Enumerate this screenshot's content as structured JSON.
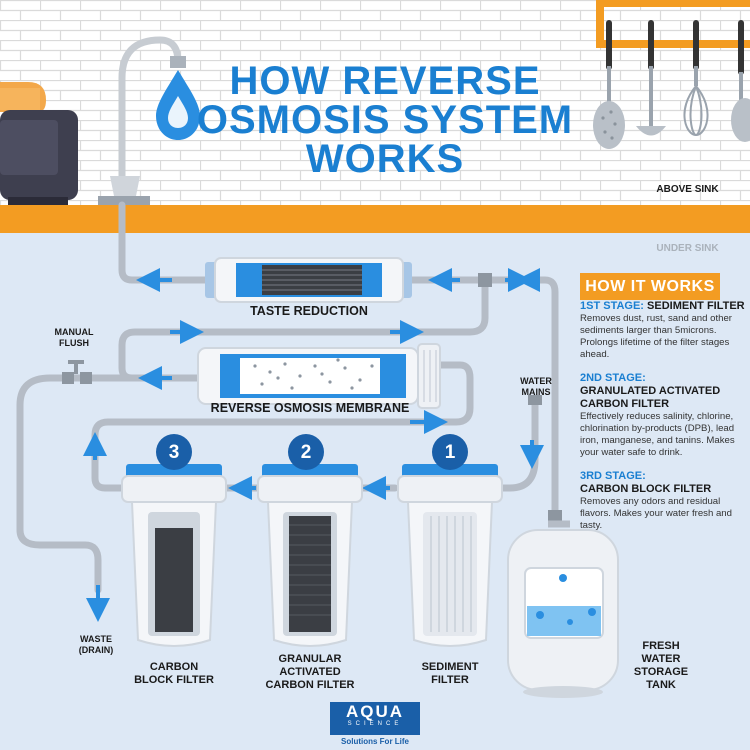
{
  "title_line1": "HOW REVERSE",
  "title_line2": "OSMOSIS SYSTEM",
  "title_line3": "WORKS",
  "zones": {
    "above": "ABOVE SINK",
    "under": "UNDER SINK"
  },
  "components": {
    "taste": "TASTE REDUCTION",
    "membrane": "REVERSE OSMOSIS MEMBRANE",
    "manual_flush_1": "MANUAL",
    "manual_flush_2": "FLUSH",
    "water_mains_1": "WATER",
    "water_mains_2": "MAINS",
    "waste_1": "WASTE",
    "waste_2": "(DRAIN)",
    "carbon_block_1": "CARBON",
    "carbon_block_2": "BLOCK FILTER",
    "granular_1": "GRANULAR",
    "granular_2": "ACTIVATED",
    "granular_3": "CARBON FILTER",
    "sediment_1": "SEDIMENT",
    "sediment_2": "FILTER",
    "tank_1": "FRESH",
    "tank_2": "WATER",
    "tank_3": "STORAGE",
    "tank_4": "TANK"
  },
  "badges": [
    "3",
    "2",
    "1"
  ],
  "how_it_works": {
    "heading": "HOW IT WORKS",
    "stage1_head": "1ST STAGE:",
    "stage1_name": "SEDIMENT FILTER",
    "stage1_body": "Removes dust, rust, sand and other sediments larger than 5microns. Prolongs lifetime of the filter stages ahead.",
    "stage2_head": "2ND STAGE:",
    "stage2_name": "GRANULATED ACTIVATED CARBON FILTER",
    "stage2_body": "Effectively reduces salinity, chlorine, chlorination by-products (DPB), lead iron, manganese, and tanins. Makes your water safe to drink.",
    "stage3_head": "3RD STAGE:",
    "stage3_name": "CARBON BLOCK FILTER",
    "stage3_body": "Removes any odors and residual flavors. Makes your water fresh and tasty."
  },
  "logo": {
    "main": "AQUA",
    "sub": "SCIENCE",
    "tagline": "Solutions For Life"
  },
  "colors": {
    "brand_blue": "#1a7fd1",
    "orange": "#f39c22",
    "pipe": "#b5bcc6",
    "background_under": "#dde8f5"
  }
}
